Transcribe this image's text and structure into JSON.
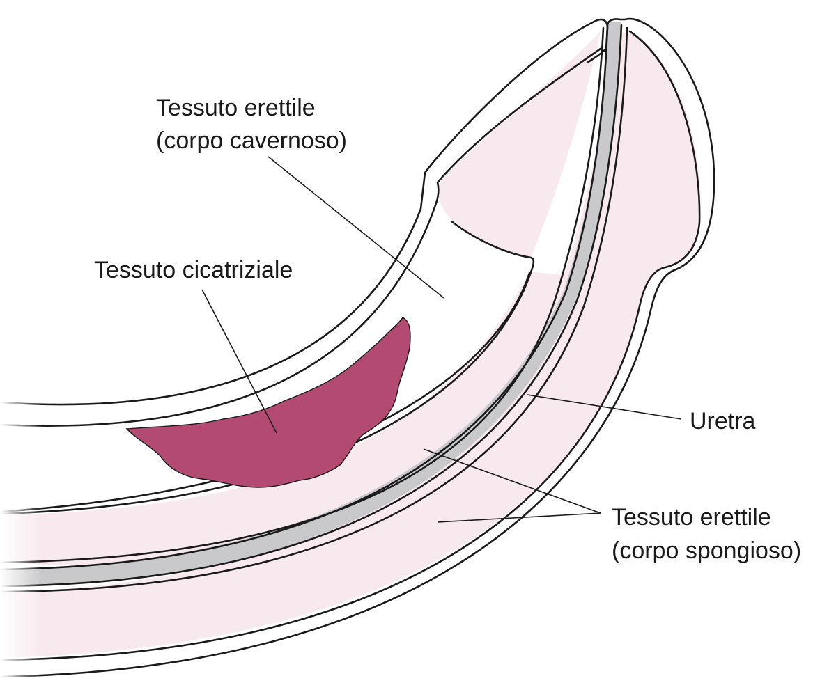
{
  "labels": {
    "corpus_cavernosum_line1": "Tessuto erettile",
    "corpus_cavernosum_line2": "(corpo cavernoso)",
    "scar_tissue": "Tessuto cicatriziale",
    "urethra": "Uretra",
    "corpus_spongiosum_line1": "Tessuto erettile",
    "corpus_spongiosum_line2": "(corpo spongioso)"
  },
  "colors": {
    "erectile_tissue_fill": "#f8e9ef",
    "urethra_fill": "#c9c9cb",
    "scar_tissue_fill": "#b34a72",
    "outline": "#1a1a1a",
    "background": "#ffffff"
  }
}
